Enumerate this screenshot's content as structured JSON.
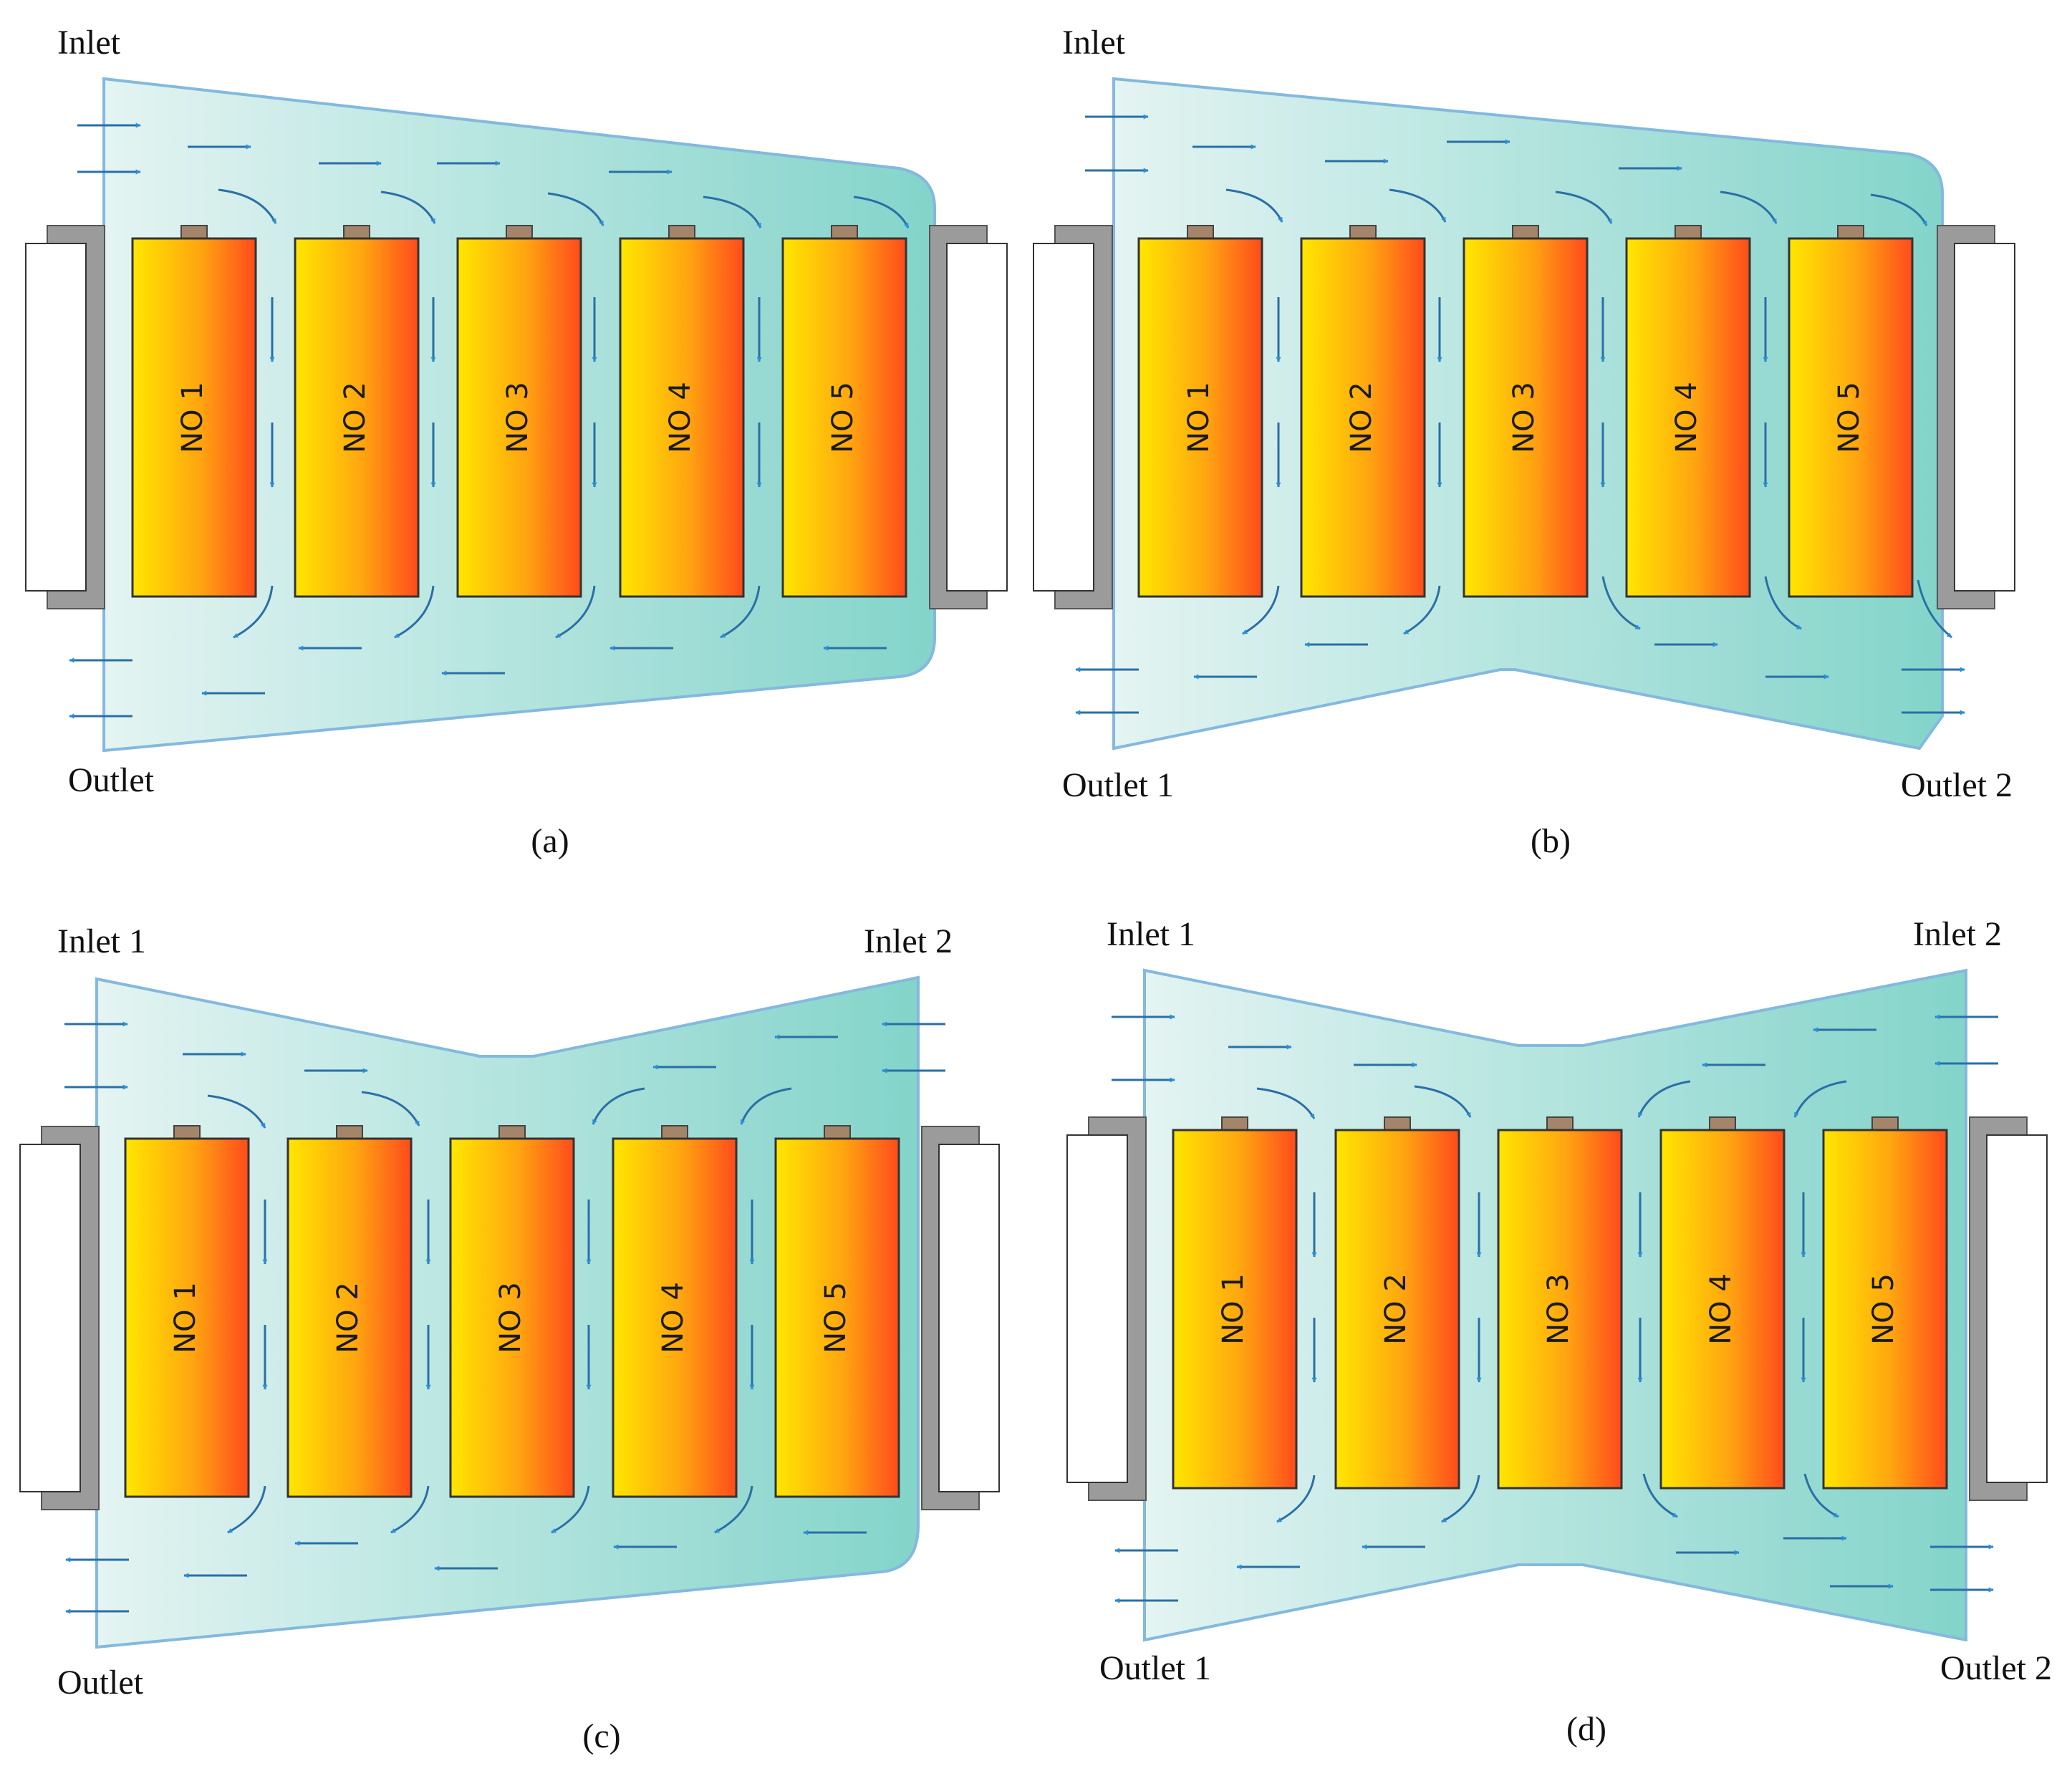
{
  "panels": [
    {
      "id": "a",
      "caption": "(a)",
      "inlet_labels": [
        "Inlet"
      ],
      "outlet_labels": [
        "Outlet"
      ],
      "cells": [
        "NO 1",
        "NO 2",
        "NO 3",
        "NO 4",
        "NO 5"
      ]
    },
    {
      "id": "b",
      "caption": "(b)",
      "inlet_labels": [
        "Inlet"
      ],
      "outlet_labels": [
        "Outlet 1",
        "Outlet 2"
      ],
      "cells": [
        "NO 1",
        "NO 2",
        "NO 3",
        "NO 4",
        "NO 5"
      ]
    },
    {
      "id": "c",
      "caption": "(c)",
      "inlet_labels": [
        "Inlet 1",
        "Inlet 2"
      ],
      "outlet_labels": [
        "Outlet"
      ],
      "cells": [
        "NO 1",
        "NO 2",
        "NO 3",
        "NO 4",
        "NO 5"
      ]
    },
    {
      "id": "d",
      "caption": "(d)",
      "inlet_labels": [
        "Inlet 1",
        "Inlet 2"
      ],
      "outlet_labels": [
        "Outlet 1",
        "Outlet 2"
      ],
      "cells": [
        "NO 1",
        "NO 2",
        "NO 3",
        "NO 4",
        "NO 5"
      ]
    }
  ],
  "colors": {
    "duct_light": "#dff2ef",
    "duct_dark": "#7fd3c9",
    "duct_edge": "#7eb6dd",
    "cell_yellow": "#ffe000",
    "cell_orange": "#ff9a10",
    "cell_red": "#ff4a1a",
    "arrow": "#2a8fd6",
    "plate_gray": "#9b9b9b"
  }
}
